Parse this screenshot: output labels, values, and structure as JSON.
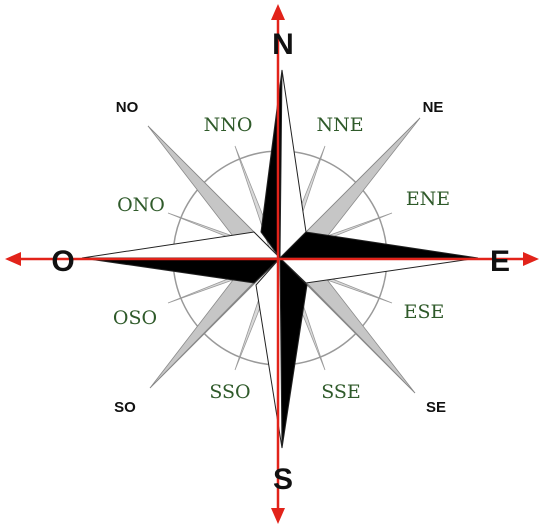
{
  "colors": {
    "arrow": "#e2231a",
    "main_point": "#000000",
    "main_point_light": "#ffffff",
    "diagonal_dark": "#7c7c7c",
    "diagonal_light": "#c6c6c6",
    "minor_point": "#d9d9d9",
    "circle": "#9a9a9a",
    "intercardinal_label": "#2f5a2a"
  },
  "labels": {
    "n": "N",
    "s": "S",
    "e": "E",
    "o": "O",
    "ne": "NE",
    "no": "NO",
    "se": "SE",
    "so": "SO",
    "nne": "NNE",
    "nno": "NNO",
    "ene": "ENE",
    "ono": "ONO",
    "ese": "ESE",
    "oso": "OSO",
    "sse": "SSE",
    "sso": "SSO"
  }
}
